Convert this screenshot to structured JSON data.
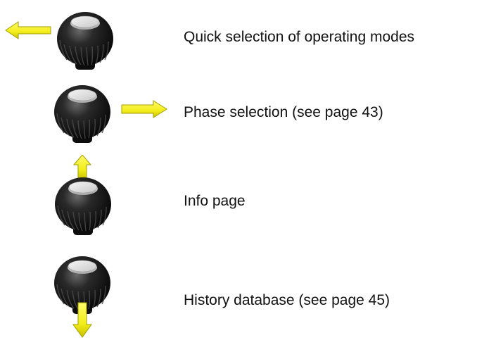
{
  "items": [
    {
      "label": "Quick selection of operating modes",
      "direction": "left",
      "icon": "arrow-left-icon"
    },
    {
      "label": "Phase selection (see page 43)",
      "direction": "right",
      "icon": "arrow-right-icon"
    },
    {
      "label": "Info page",
      "direction": "up",
      "icon": "arrow-up-icon"
    },
    {
      "label": "History database (see page 45)",
      "direction": "down",
      "icon": "arrow-down-icon"
    }
  ],
  "colors": {
    "arrow_fill": "#f2ee1a",
    "arrow_stroke": "#a59d00",
    "knob_body": "#1a1a1a",
    "knob_cap": "#d3d3d3",
    "text": "#111111"
  }
}
